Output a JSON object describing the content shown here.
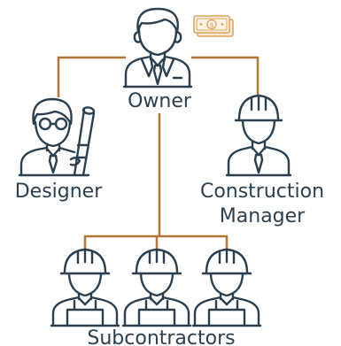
{
  "nodes": {
    "owner": "Owner",
    "designer": "Designer",
    "construction_manager": [
      "Construction",
      "Manager"
    ],
    "subcontractors": "Subcontractors"
  },
  "icons": {
    "money": "money-bill-icon",
    "owner": "businessman-icon",
    "designer": "architect-with-blueprints-icon",
    "construction_manager": "hardhat-worker-icon",
    "subcontractors": "hardhat-worker-icon"
  },
  "colors": {
    "connector": "#b5763a",
    "outline": "#2b3f4f",
    "money": "#e0a15a"
  }
}
